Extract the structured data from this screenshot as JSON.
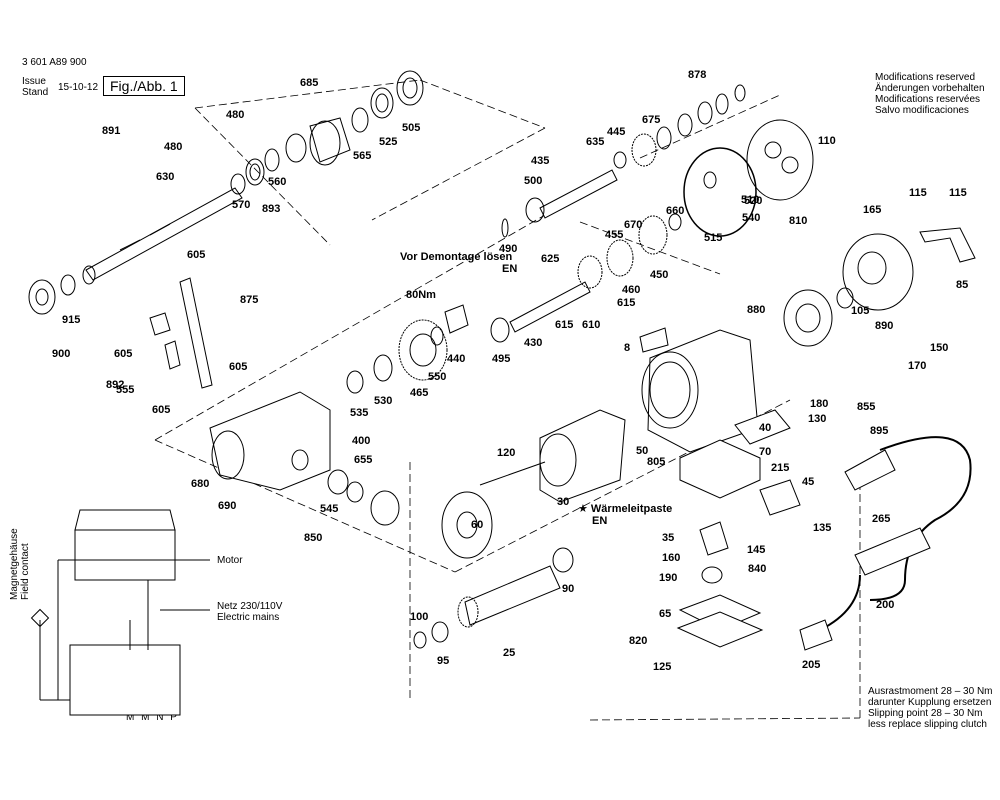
{
  "header": {
    "part_number": "3 601 A89 900",
    "issue_label_1": "Issue",
    "issue_label_2": "Stand",
    "date": "15-10-12",
    "figure": "Fig./Abb. 1"
  },
  "modifications": [
    "Modifications reserved",
    "Änderungen vorbehalten",
    "Modifications reservées",
    "Salvo modificaciones"
  ],
  "notes": {
    "vor_demontage_1": "Vor Demontage lösen",
    "vor_demontage_2": "EN",
    "torque": "80Nm",
    "waermeleitpaste_1": "★ Wärmeleitpaste",
    "waermeleitpaste_2": "EN"
  },
  "slip_note": [
    "Ausrastmoment 28 – 30 Nm",
    "darunter Kupplung ersetzen",
    "Slipping point 28 – 30 Nm",
    "less replace slipping clutch"
  ],
  "wiring": {
    "field_contact_1": "Magnetgehäuse",
    "field_contact_2": "Field contact",
    "motor": "Motor",
    "mains_1": "Netz 230/110V",
    "mains_2": "Electric mains",
    "terminals": "M M N  P"
  },
  "part_labels": [
    "685",
    "480",
    "891",
    "480",
    "630",
    "570",
    "893",
    "560",
    "565",
    "525",
    "505",
    "878",
    "675",
    "445",
    "635",
    "435",
    "500",
    "110",
    "520",
    "510",
    "540",
    "810",
    "515",
    "115",
    "115",
    "165",
    "490",
    "625",
    "670",
    "660",
    "455",
    "450",
    "460",
    "615",
    "615",
    "610",
    "430",
    "495",
    "440",
    "550",
    "465",
    "530",
    "535",
    "400",
    "655",
    "545",
    "850",
    "680",
    "690",
    "605",
    "875",
    "605",
    "892",
    "555",
    "605",
    "605",
    "915",
    "900",
    "880",
    "890",
    "85",
    "105",
    "8",
    "150",
    "170",
    "180",
    "130",
    "855",
    "120",
    "50",
    "40",
    "70",
    "215",
    "45",
    "135",
    "30",
    "60",
    "805",
    "35",
    "160",
    "145",
    "190",
    "840",
    "65",
    "820",
    "125",
    "90",
    "100",
    "95",
    "25",
    "895",
    "265",
    "200",
    "205"
  ]
}
